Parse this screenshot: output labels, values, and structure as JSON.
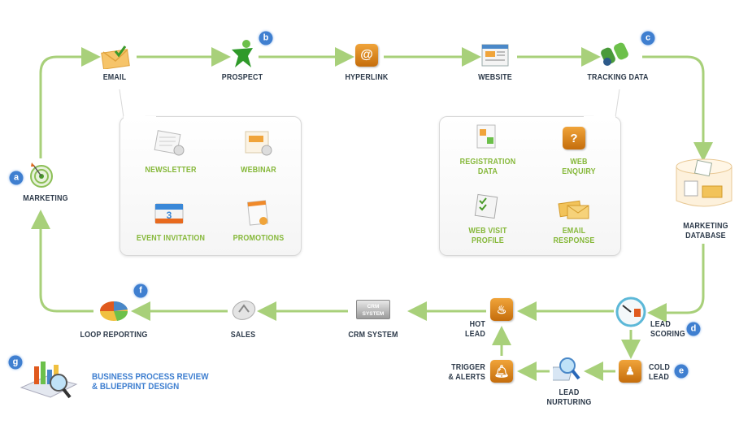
{
  "colors": {
    "arrow": "#a8d07a",
    "badge": "#3f7fd0",
    "label": "#2d3a4a",
    "sublabel": "#86b83a",
    "orange": "#e08a1e"
  },
  "nodes": {
    "marketing": "MARKETING",
    "email": "EMAIL",
    "prospect": "PROSPECT",
    "hyperlink": "HYPERLINK",
    "website": "WEBSITE",
    "tracking": "TRACKING DATA",
    "db1": "MARKETING",
    "db2": "DATABASE",
    "scoring1": "LEAD",
    "scoring2": "SCORING",
    "cold1": "COLD",
    "cold2": "LEAD",
    "nurt1": "LEAD",
    "nurt2": "NURTURING",
    "trig1": "TRIGGER",
    "trig2": "& ALERTS",
    "hot1": "HOT",
    "hot2": "LEAD",
    "crm": "CRM SYSTEM",
    "crm_icon": "CRM SYSTEM",
    "sales": "SALES",
    "loop": "LOOP REPORTING"
  },
  "email_channels": [
    "NEWSLETTER",
    "WEBINAR",
    "EVENT INVITATION",
    "PROMOTIONS"
  ],
  "tracking_sources": [
    [
      "REGISTRATION",
      "DATA"
    ],
    [
      "WEB",
      "ENQUIRY"
    ],
    [
      "WEB VISIT",
      "PROFILE"
    ],
    [
      "EMAIL",
      "RESPONSE"
    ]
  ],
  "badges": [
    "a",
    "b",
    "c",
    "d",
    "e",
    "f",
    "g"
  ],
  "footer": {
    "line1": "BUSINESS PROCESS REVIEW",
    "line2": "& BLUEPRINT DESIGN"
  }
}
